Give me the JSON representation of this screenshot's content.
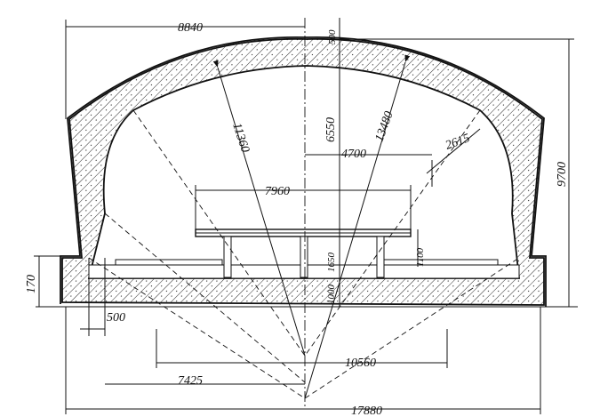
{
  "dimensions": {
    "half_span": "8840",
    "crown_thickness": "500",
    "inner_height": "6550",
    "radius_main": "13480",
    "radius_secondary": "11360",
    "half_inner": "4700",
    "radius_side": "2615",
    "deck_width": "7960",
    "total_height": "9700",
    "base_height": "170",
    "deck_depth": "1100",
    "pier_height": "1650",
    "floor_thickness": "1000",
    "wall_thickness": "500",
    "span_center": "10560",
    "offset_left": "7425",
    "total_width": "17880"
  }
}
